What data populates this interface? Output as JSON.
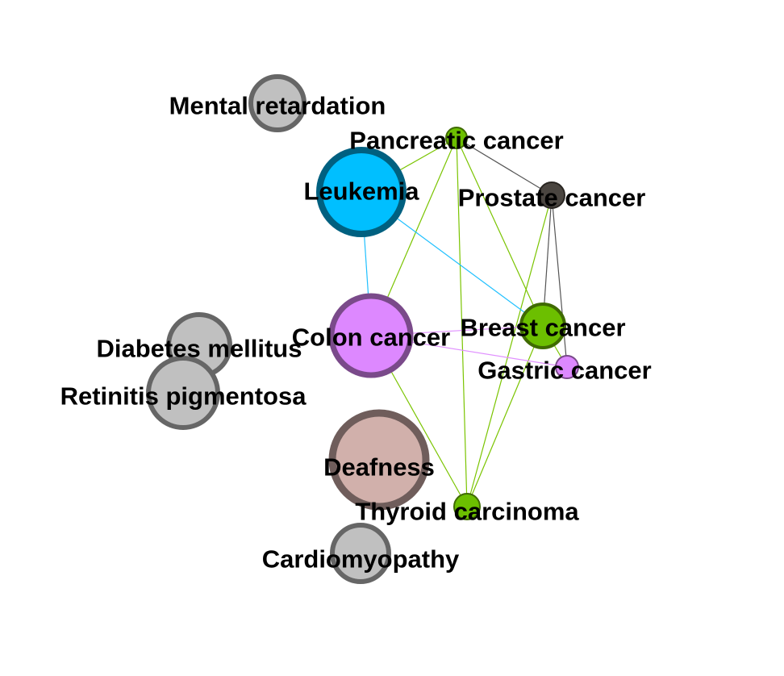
{
  "diagram": {
    "type": "network",
    "colors": {
      "gray": "#c0c0c0",
      "gray_border": "#666666",
      "cyan": "#00bfff",
      "cyan_border": "#006080",
      "violet": "#dd88ff",
      "violet_border": "#7a4a8a",
      "green": "#6cbf00",
      "green_border": "#3f6a00",
      "dark": "#4a4540",
      "dark_border": "#2a2622",
      "pink": "#d1b0ab",
      "pink_border": "#6f5d5b"
    },
    "nodes": [
      {
        "id": "mental",
        "label": "Mental retardation",
        "color": "gray"
      },
      {
        "id": "pancreatic",
        "label": "Pancreatic cancer",
        "color": "green"
      },
      {
        "id": "leukemia",
        "label": "Leukemia",
        "color": "cyan"
      },
      {
        "id": "prostate",
        "label": "Prostate cancer",
        "color": "dark"
      },
      {
        "id": "colon",
        "label": "Colon cancer",
        "color": "violet"
      },
      {
        "id": "breast",
        "label": "Breast cancer",
        "color": "green"
      },
      {
        "id": "gastric",
        "label": "Gastric cancer",
        "color": "violet"
      },
      {
        "id": "diabetes",
        "label": "Diabetes mellitus",
        "color": "gray"
      },
      {
        "id": "retinitis",
        "label": "Retinitis pigmentosa",
        "color": "gray"
      },
      {
        "id": "deafness",
        "label": "Deafness",
        "color": "pink"
      },
      {
        "id": "thyroid",
        "label": "Thyroid carcinoma",
        "color": "green"
      },
      {
        "id": "cardio",
        "label": "Cardiomyopathy",
        "color": "gray"
      }
    ],
    "edges": [
      {
        "from": "pancreatic",
        "to": "leukemia",
        "color": "green"
      },
      {
        "from": "pancreatic",
        "to": "prostate",
        "color": "dark"
      },
      {
        "from": "pancreatic",
        "to": "colon",
        "color": "green"
      },
      {
        "from": "pancreatic",
        "to": "breast",
        "color": "green"
      },
      {
        "from": "pancreatic",
        "to": "thyroid",
        "color": "green"
      },
      {
        "from": "prostate",
        "to": "breast",
        "color": "dark"
      },
      {
        "from": "prostate",
        "to": "gastric",
        "color": "dark"
      },
      {
        "from": "thyroid",
        "to": "prostate",
        "color": "green"
      },
      {
        "from": "thyroid",
        "to": "breast",
        "color": "green"
      },
      {
        "from": "leukemia",
        "to": "breast",
        "color": "cyan"
      },
      {
        "from": "leukemia",
        "to": "colon",
        "color": "cyan"
      },
      {
        "from": "breast",
        "to": "colon",
        "color": "violet"
      },
      {
        "from": "colon",
        "to": "gastric",
        "color": "violet"
      },
      {
        "from": "breast",
        "to": "gastric",
        "color": "green"
      },
      {
        "from": "thyroid",
        "to": "colon",
        "color": "green"
      }
    ]
  }
}
